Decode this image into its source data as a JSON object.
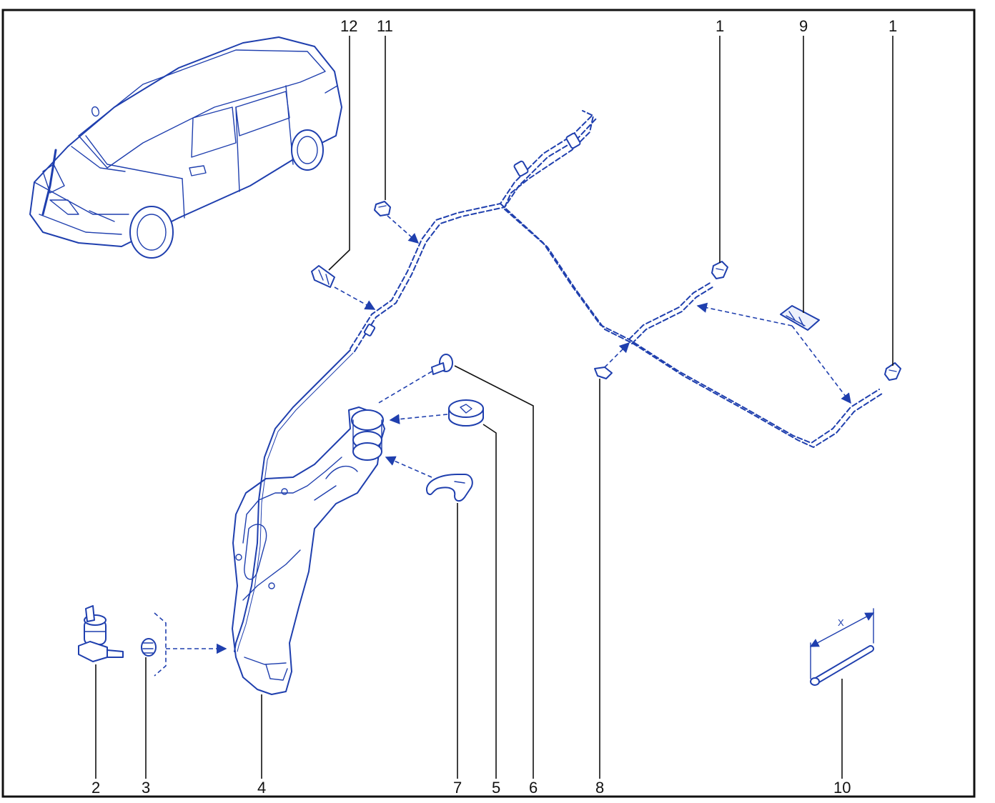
{
  "callouts": {
    "c12": "12",
    "c11": "11",
    "c1a": "1",
    "c9": "9",
    "c1b": "1",
    "c2": "2",
    "c3": "3",
    "c4": "4",
    "c7": "7",
    "c5": "5",
    "c6": "6",
    "c8": "8",
    "c10": "10"
  },
  "dimension_label": "X",
  "colors": {
    "line_art": "#1f3fae",
    "frame": "#111111",
    "background": "#ffffff"
  }
}
